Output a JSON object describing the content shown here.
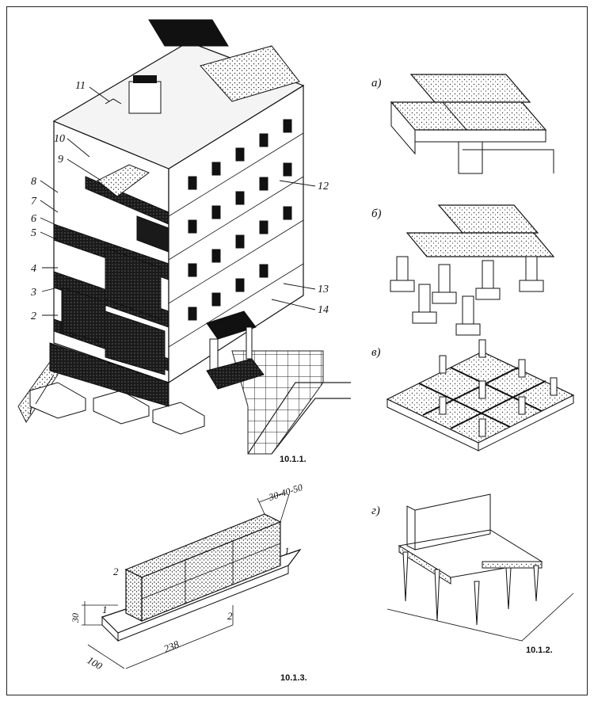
{
  "figures": {
    "building": {
      "caption": "10.1.1.",
      "callouts": [
        "1",
        "2",
        "3",
        "4",
        "5",
        "6",
        "7",
        "8",
        "9",
        "10",
        "11",
        "12",
        "13",
        "14"
      ]
    },
    "foundations": {
      "caption": "10.1.2.",
      "variants": [
        "а)",
        "б)",
        "в)",
        "г)"
      ]
    },
    "wall_detail": {
      "caption": "10.1.3.",
      "callouts": [
        "1",
        "2",
        "1",
        "2"
      ],
      "dimensions": [
        "30-40-50",
        "30",
        "100",
        "238"
      ]
    }
  }
}
